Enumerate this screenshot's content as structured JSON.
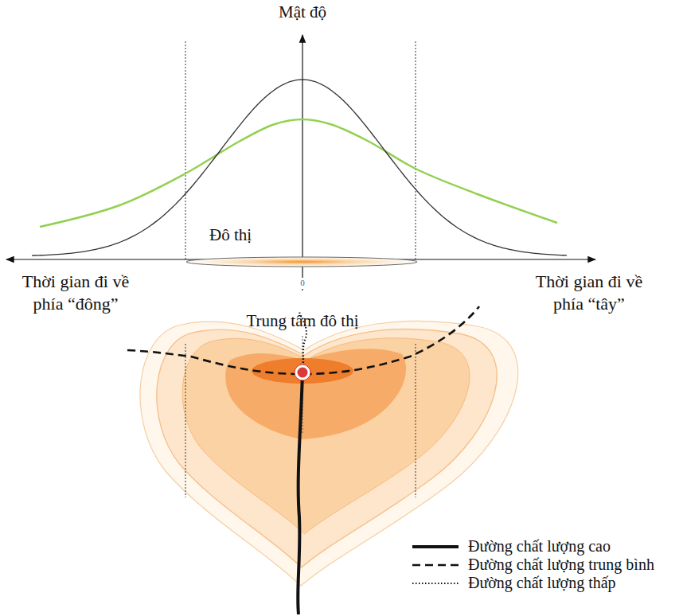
{
  "diagram": {
    "nodes": [
      {
        "text": [
          "Đô thị"
        ]
      }
    ],
    "labels": [
      "Mật độ",
      "0",
      "Thời gian đi về phía “đông”",
      "Thời gian đi về phía “tây”",
      "Trung tâm đô thị"
    ],
    "legend": [
      {
        "text": "Đường chất lượng cao"
      },
      {
        "text": "Đường chất lượng trung bình"
      },
      {
        "text": "Đường chất lượng thấp"
      }
    ]
  }
}
